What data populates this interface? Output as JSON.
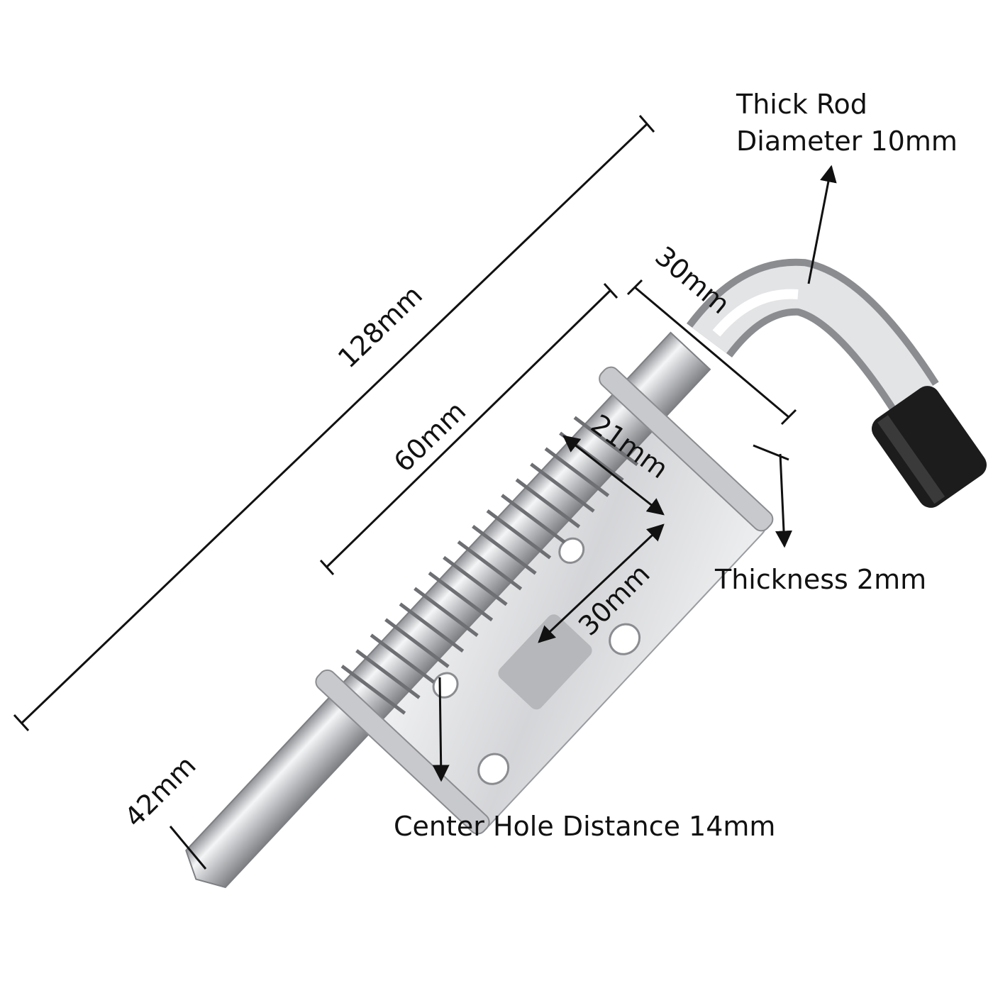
{
  "labels": {
    "thick_rod_line1": "Thick Rod",
    "thick_rod_line2": "Diameter 10mm",
    "thickness": "Thickness 2mm",
    "center_hole": "Center Hole Distance 14mm"
  },
  "dimensions": {
    "overall_length": "128mm",
    "plate_length": "60mm",
    "flange_width": "30mm",
    "spring_gap": "21mm",
    "hole_spacing": "30mm",
    "pin_tip": "42mm"
  },
  "colors": {
    "steel": "#d9dadc",
    "steel_dark": "#8a8c90",
    "rubber": "#1a1a1a",
    "line": "#111111"
  }
}
